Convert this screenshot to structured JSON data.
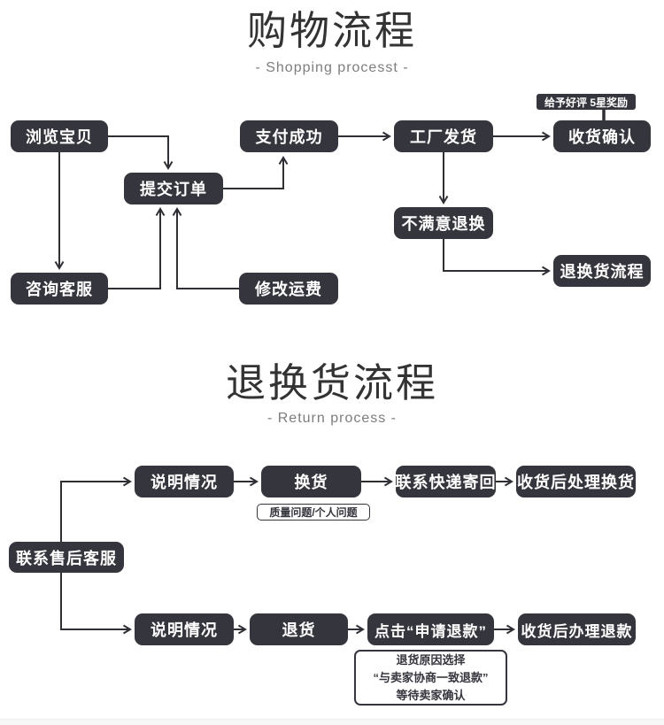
{
  "colors": {
    "box_bg": "#35353d",
    "line": "#2f2f36",
    "title": "#333333",
    "subtitle": "#7d7d7d",
    "footer_bar": "#f7f7f7"
  },
  "shopping": {
    "title": "购物流程",
    "subtitle": "- Shopping processt -",
    "nodes": {
      "browse": "浏览宝贝",
      "submit_order": "提交订单",
      "pay_success": "支付成功",
      "factory_ship": "工厂发货",
      "receive_confirm": "收货确认",
      "review_reward": "给予好评 5星奖励",
      "consult_service": "咨询客服",
      "modify_freight": "修改运费",
      "unsatisfied_return": "不满意退换",
      "return_flow": "退换货流程"
    }
  },
  "returns": {
    "title": "退换货流程",
    "subtitle": "- Return process -",
    "nodes": {
      "contact_aftersales": "联系售后客服",
      "explain_top": "说明情况",
      "exchange": "换货",
      "exchange_note": "质量问题/个人问题",
      "courier_sendback": "联系快递寄回",
      "handle_exchange": "收货后处理换货",
      "explain_bottom": "说明情况",
      "return_goods": "退货",
      "click_refund": "点击“申请退款”",
      "handle_refund": "收货后办理退款",
      "refund_note_lines": [
        "退货原因选择",
        "“与卖家协商一致退款”",
        "等待卖家确认"
      ]
    }
  }
}
